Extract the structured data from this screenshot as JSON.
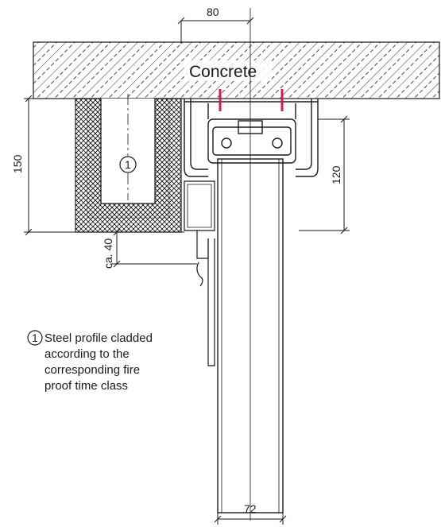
{
  "material_label": "Concrete",
  "dimensions": {
    "top": "80",
    "left": "150",
    "right": "120",
    "clearance": "ca. 40",
    "bottom": "72"
  },
  "callout": {
    "number": "1",
    "lines": [
      "Steel profile cladded",
      "according to the",
      "corresponding fire",
      "proof time class"
    ]
  },
  "colors": {
    "line": "#1a1a1a",
    "accent": "#d81b4a",
    "background": "#ffffff"
  }
}
